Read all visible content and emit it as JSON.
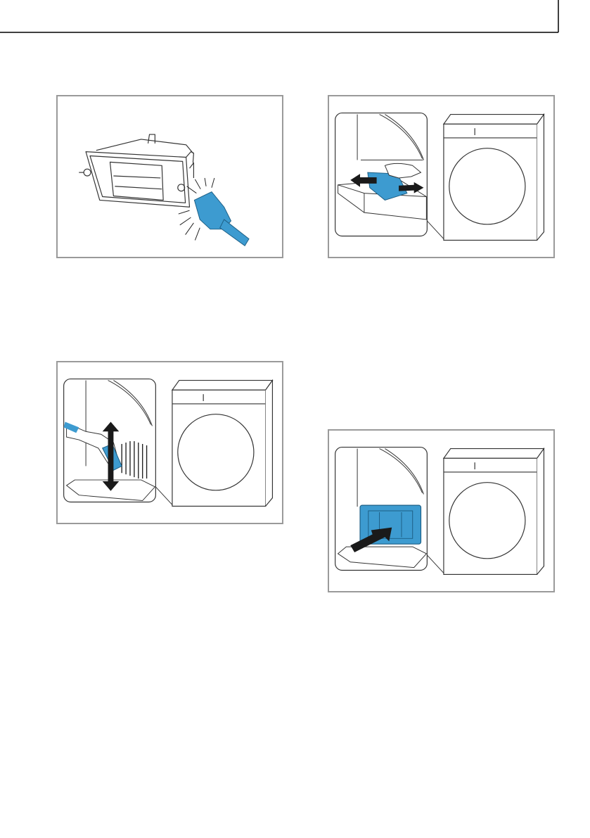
{
  "figures": [
    {
      "id": "fig1",
      "subject": "brush-cleaning-filter-housing"
    },
    {
      "id": "fig2",
      "subject": "pulling-out-condenser-flap"
    },
    {
      "id": "fig3",
      "subject": "cleaning-heat-exchanger-fins"
    },
    {
      "id": "fig4",
      "subject": "inserting-filter-cover"
    }
  ],
  "colors": {
    "accent_blue": "#3d9bd0",
    "line": "#333333",
    "frame": "#9a9a9a",
    "arrow": "#1a1a1a"
  }
}
